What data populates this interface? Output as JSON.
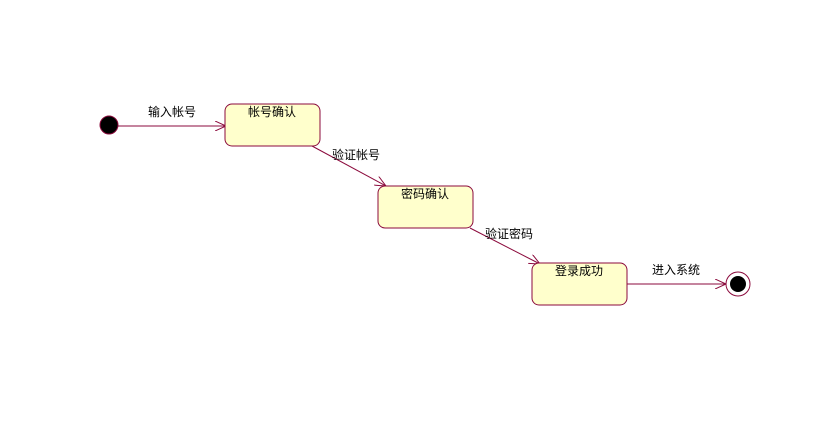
{
  "colors": {
    "line": "#8b0a3c",
    "state_fill": "#ffffcc",
    "state_border": "#8b0a3c",
    "node_fill": "#000000",
    "text": "#000000"
  },
  "states": [
    {
      "id": "account-confirm",
      "label": "帐号确认"
    },
    {
      "id": "password-confirm",
      "label": "密码确认"
    },
    {
      "id": "login-success",
      "label": "登录成功"
    }
  ],
  "transitions": [
    {
      "id": "input-account",
      "label": "输入帐号"
    },
    {
      "id": "verify-account",
      "label": "验证帐号"
    },
    {
      "id": "verify-password",
      "label": "验证密码"
    },
    {
      "id": "enter-system",
      "label": "进入系统"
    }
  ]
}
